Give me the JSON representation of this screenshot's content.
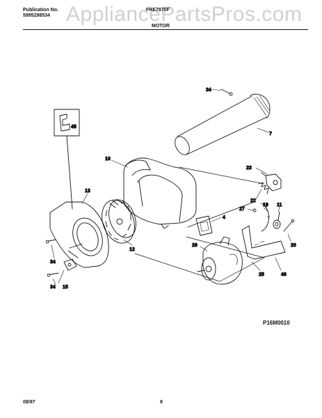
{
  "header": {
    "publication_label": "Publication No.",
    "publication_number": "5995298534",
    "model": "FRE7870F",
    "section_title": "MOTOR"
  },
  "watermark": "AppliancePartsPros.com",
  "footer": {
    "date": "08/97",
    "page": "8",
    "figure_id": "P16M0010"
  },
  "callouts": {
    "c34a": "34",
    "c7": "7",
    "c45": "45",
    "c10": "10",
    "c23": "23",
    "c13": "13",
    "c22": "22",
    "c4": "4",
    "c27": "27",
    "c19": "19",
    "c11": "11",
    "c12": "12",
    "c26": "26",
    "c20": "20",
    "c25": "25",
    "c46": "46",
    "c34b": "34",
    "c15": "15",
    "c34c": "34"
  }
}
